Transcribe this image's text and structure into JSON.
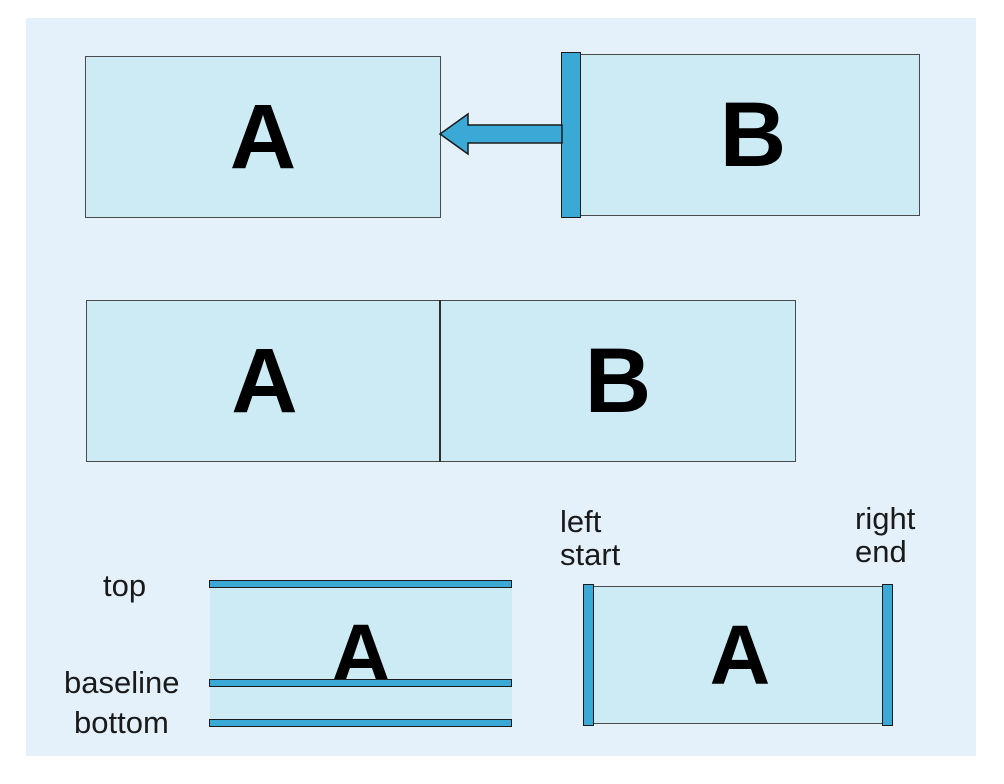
{
  "top_row": {
    "box_a_letter": "A",
    "box_b_letter": "B"
  },
  "middle_row": {
    "box_a_letter": "A",
    "box_b_letter": "B"
  },
  "vertical_alignment": {
    "letter": "A",
    "top_label": "top",
    "baseline_label": "baseline",
    "bottom_label": "bottom"
  },
  "horizontal_alignment": {
    "letter": "A",
    "left_label": "left\nstart",
    "right_label": "right\nend"
  },
  "colors": {
    "background": "#e4f1fb",
    "box_fill": "#cdebf5",
    "accent": "#3aa9d6",
    "outline": "#4a4a4a"
  }
}
